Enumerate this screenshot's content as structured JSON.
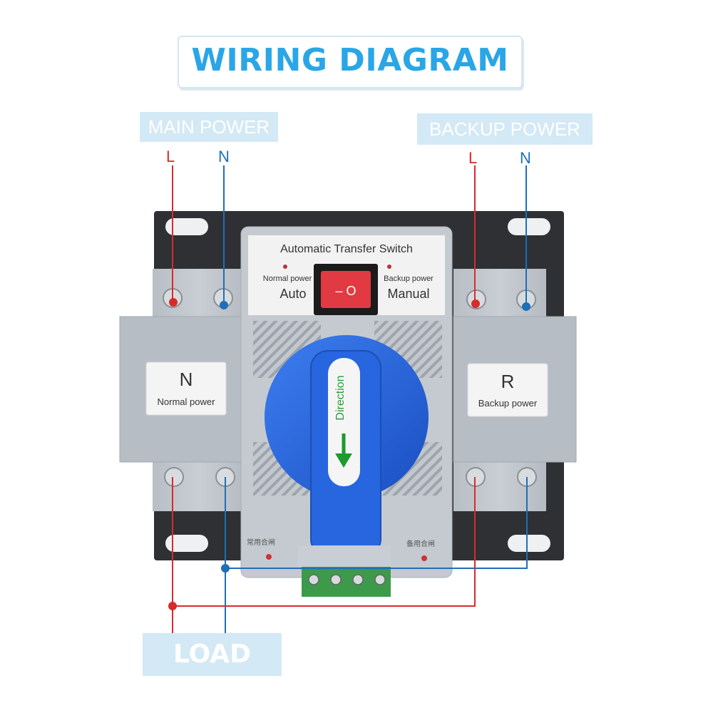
{
  "diagram": {
    "title": "WIRING DIAGRAM",
    "main_power": {
      "label": "MAIN POWER",
      "l": "L",
      "n": "N"
    },
    "backup_power": {
      "label": "BACKUP POWER",
      "l": "L",
      "n": "N"
    },
    "device": {
      "name": "Automatic Transfer Switch",
      "left_indicator": "Normal power",
      "right_indicator": "Backup power",
      "mode_left": "Auto",
      "mode_right": "Manual",
      "switch_symbol": "– O",
      "handle_text": "Direction",
      "left_panel_letter": "N",
      "left_panel_text": "Normal power",
      "right_panel_letter": "R",
      "right_panel_text": "Backup power",
      "bottom_left_mark": "常用合闸",
      "bottom_right_mark": "备用合闸"
    },
    "load": "LOAD",
    "colors": {
      "title": "#2aa6e6",
      "tag_bg": "#d3e9f5",
      "wire_l": "#d62c2c",
      "wire_n": "#1e6fb8",
      "handle": "#1f5fd6"
    }
  }
}
